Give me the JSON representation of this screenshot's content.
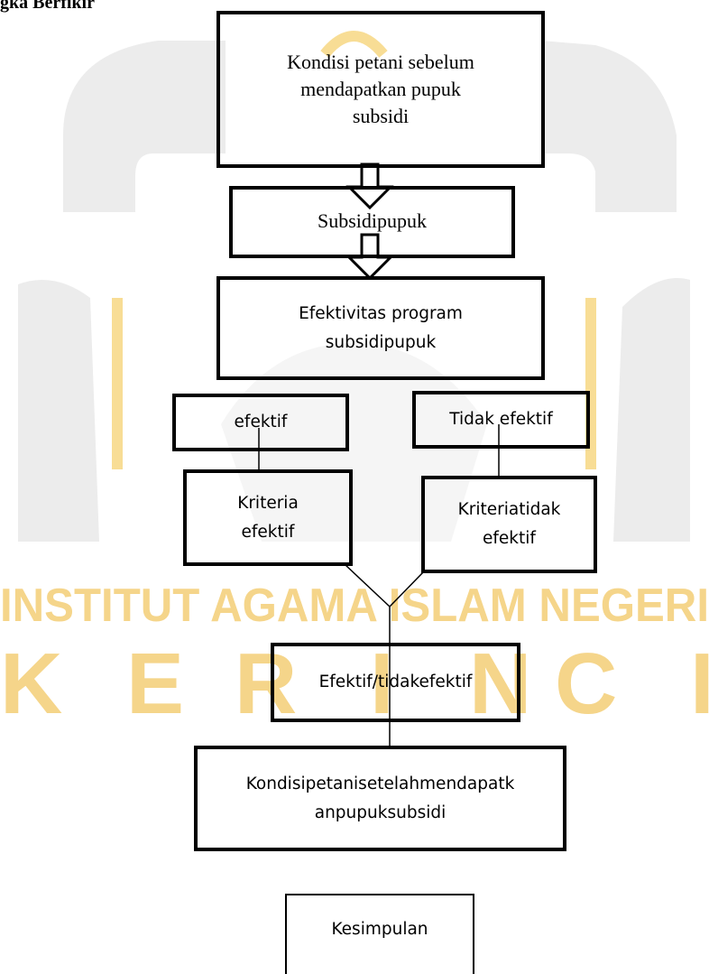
{
  "heading": "gka Berfikir",
  "watermark": {
    "line1": "INSTITUT AGAMA ISLAM NEGERI",
    "line2": [
      "K",
      "E",
      "R",
      "I",
      "N",
      "C",
      "I"
    ],
    "color": "#f5d58a",
    "shape_color": "#ececec"
  },
  "nodes": {
    "kondisi_sebelum": "Kondisi petani sebelum\nmendapatkan pupuk\nsubsidi",
    "subsidi_pupuk": "Subsidipupuk",
    "efektivitas": "Efektivitas program\nsubsidipupuk",
    "efektif": "efektif",
    "tidak_efektif": "Tidak efektif",
    "kriteria_efektif": "Kriteria\nefektif",
    "kriteria_tidak_efektif": "Kriteriatidak\nefektif",
    "efektif_tidak": "Efektif/tidakefektif",
    "kondisi_setelah": "Kondisipetanisetelahmendapatk\nanpupuksubsidi",
    "kesimpulan": "Kesimpulan"
  }
}
